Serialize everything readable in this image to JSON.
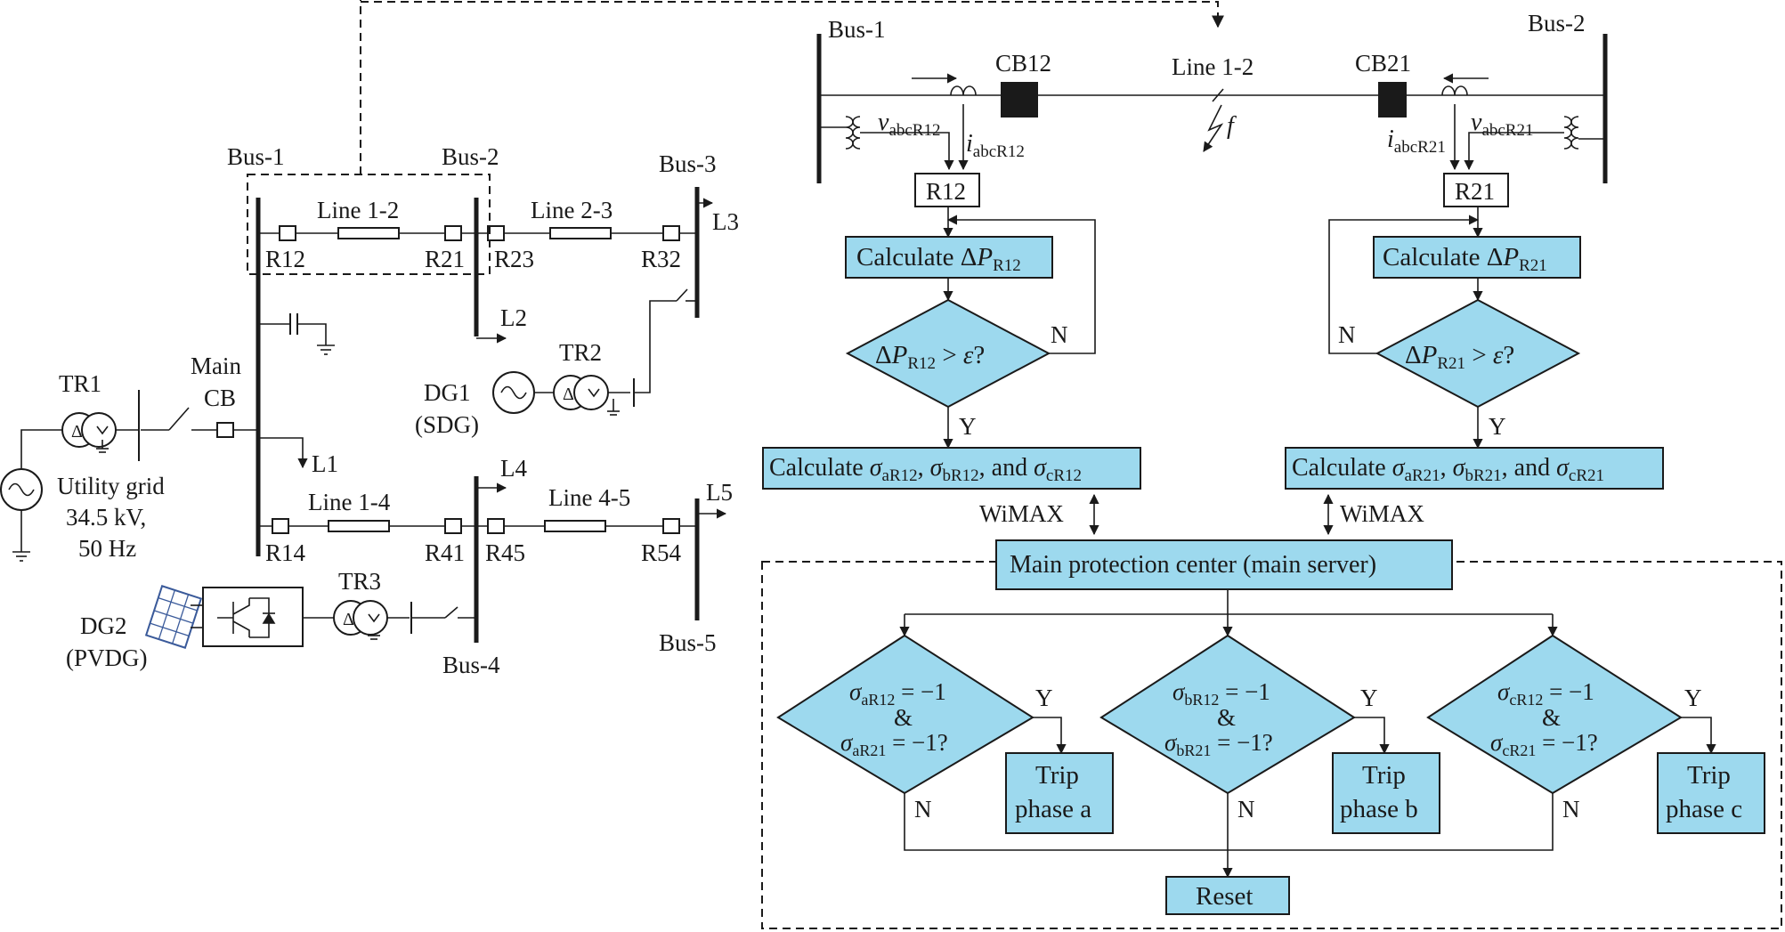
{
  "colors": {
    "box_fill": "#9dd9ee",
    "line": "#1a1a1a",
    "background": "#ffffff"
  },
  "network": {
    "bus1": "Bus-1",
    "bus2": "Bus-2",
    "bus3": "Bus-3",
    "bus4": "Bus-4",
    "bus5": "Bus-5",
    "line12": "Line 1-2",
    "line23": "Line 2-3",
    "line14": "Line 1-4",
    "line45": "Line 4-5",
    "r12": "R12",
    "r21": "R21",
    "r23": "R23",
    "r32": "R32",
    "r14": "R14",
    "r41": "R41",
    "r45": "R45",
    "r54": "R54",
    "l1": "L1",
    "l2": "L2",
    "l3": "L3",
    "l4": "L4",
    "l5": "L5",
    "main": "Main",
    "cb": "CB",
    "tr1": "TR1",
    "tr2": "TR2",
    "tr3": "TR3",
    "dg1": "DG1",
    "dg1_type": "(SDG)",
    "dg2": "DG2",
    "dg2_type": "(PVDG)",
    "grid_line1": "Utility grid",
    "grid_line2": "34.5 kV,",
    "grid_line3": "50 Hz",
    "delta_symbol": "Δ"
  },
  "zoom": {
    "bus1": "Bus-1",
    "bus2": "Bus-2",
    "cb12": "CB12",
    "cb21": "CB21",
    "line12": "Line 1-2",
    "fault": "f",
    "v12_base": "v",
    "v12_sub": "abcR12",
    "i12_base": "i",
    "i12_sub": "abcR12",
    "i21_base": "i",
    "i21_sub": "abcR21",
    "v21_base": "v",
    "v21_sub": "abcR21",
    "r12": "R12",
    "r21": "R21"
  },
  "flow": {
    "calc": "Calculate Δ",
    "p": "P",
    "r12_sub": "R12",
    "r21_sub": "R21",
    "gt": " > ",
    "eps": "ε",
    "q": "?",
    "yes": "Y",
    "no": "N",
    "sigma_calc": "Calculate ",
    "sigma": "σ",
    "a12": "aR12",
    "b12": "bR12",
    "c12": "cR12",
    "a21": "aR21",
    "b21": "bR21",
    "c21": "cR21",
    "comma": ", ",
    "and": ", and ",
    "wimax": "WiMAX",
    "main_center": "Main protection center (main server)",
    "eq_minus1": " = −1",
    "eq_minus1_q": " = −1?",
    "amp": "&",
    "trip": "Trip",
    "phase_a": "phase a",
    "phase_b": "phase b",
    "phase_c": "phase c",
    "reset": "Reset"
  }
}
